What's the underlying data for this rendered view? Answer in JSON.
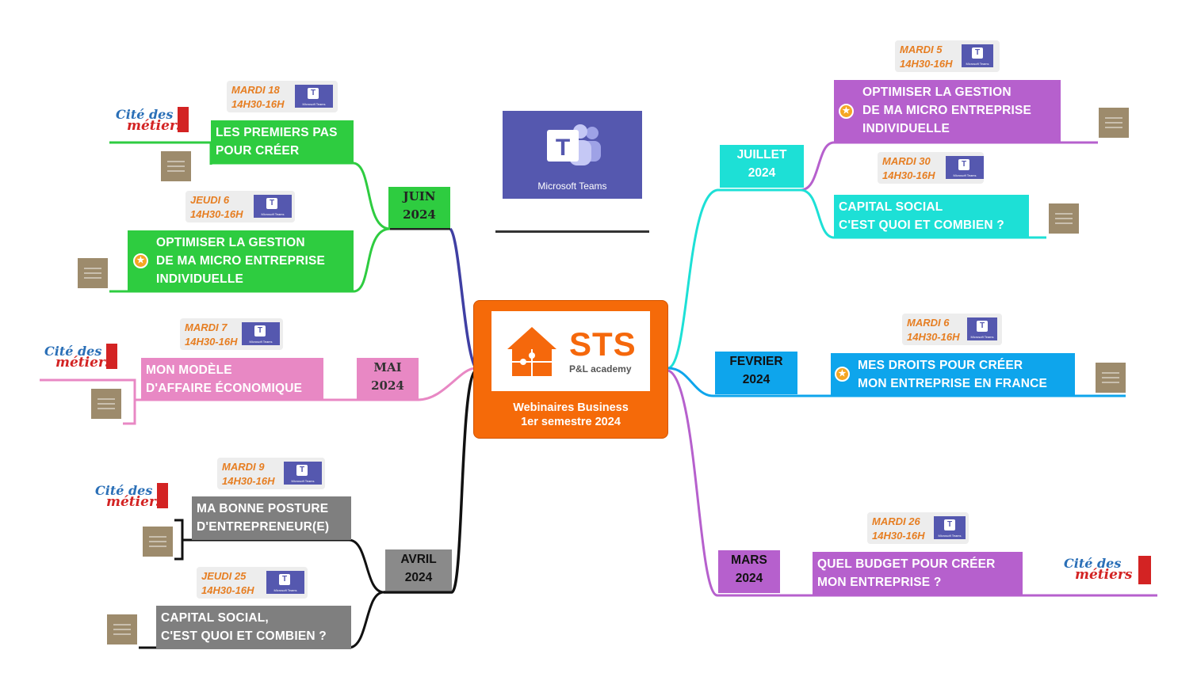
{
  "center": {
    "brand": "STS",
    "sub": "P&L academy",
    "caption_line1": "Webinaires Business",
    "caption_line2": "1er semestre 2024"
  },
  "teams_logo": {
    "label": "Microsoft Teams",
    "letter": "T"
  },
  "small_teams_label": "Microsoft Teams",
  "months": {
    "juin": {
      "l1": "JUIN",
      "l2": "2024"
    },
    "mai": {
      "l1": "MAI",
      "l2": "2024"
    },
    "avril": {
      "l1": "AVRIL",
      "l2": "2024"
    },
    "juillet": {
      "l1": "JUILLET",
      "l2": "2024"
    },
    "fevrier": {
      "l1": "FEVRIER",
      "l2": "2024"
    },
    "mars": {
      "l1": "MARS",
      "l2": "2024"
    }
  },
  "topics": {
    "juin_a": {
      "l1": "LES PREMIERS PAS",
      "l2": "POUR CRÉER",
      "day": "MARDI 18",
      "time": "14H30-16H"
    },
    "juin_b": {
      "l1": "OPTIMISER LA GESTION",
      "l2": "DE MA MICRO ENTREPRISE",
      "l3": "INDIVIDUELLE",
      "day": "JEUDI 6",
      "time": "14H30-16H"
    },
    "mai_a": {
      "l1": "MON MODÈLE",
      "l2": "D'AFFAIRE ÉCONOMIQUE",
      "day": "MARDI 7",
      "time": "14H30-16H"
    },
    "avril_a": {
      "l1": "MA BONNE POSTURE",
      "l2": "D'ENTREPRENEUR(E)",
      "day": "MARDI 9",
      "time": "14H30-16H"
    },
    "avril_b": {
      "l1": "CAPITAL SOCIAL,",
      "l2": "C'EST QUOI ET COMBIEN ?",
      "day": "JEUDI 25",
      "time": "14H30-16H"
    },
    "juillet_a": {
      "l1": "OPTIMISER LA GESTION",
      "l2": "DE MA MICRO ENTREPRISE",
      "l3": "INDIVIDUELLE",
      "day": "MARDI 5",
      "time": "14H30-16H"
    },
    "juillet_b": {
      "l1": "CAPITAL SOCIAL",
      "l2": "C'EST QUOI ET COMBIEN ?",
      "day": "MARDI 30",
      "time": "14H30-16H"
    },
    "fevrier_a": {
      "l1": "MES DROITS POUR CRÉER",
      "l2": "MON ENTREPRISE EN FRANCE",
      "day": "MARDI 6",
      "time": "14H30-16H"
    },
    "mars_a": {
      "l1": "QUEL BUDGET POUR CRÉER",
      "l2": "MON ENTREPRISE ?",
      "day": "MARDI 26",
      "time": "14H30-16H"
    }
  },
  "cite_logo": {
    "w1": "Cité des",
    "w2": "métiers"
  },
  "colors": {
    "orange": "#f56a09",
    "green": "#2ecc40",
    "pink": "#e888c4",
    "gray": "#7f7f7f",
    "purple": "#b660cd",
    "cyan": "#1de0d6",
    "blue": "#0ea5ec",
    "navy": "#3f3fa3",
    "date_text": "#e67e22",
    "teams": "#5558af"
  },
  "icons": [
    "teams-icon",
    "star-icon",
    "cite-des-metiers-logo",
    "brown-square-logo",
    "sts-puzzle-house-logo"
  ]
}
